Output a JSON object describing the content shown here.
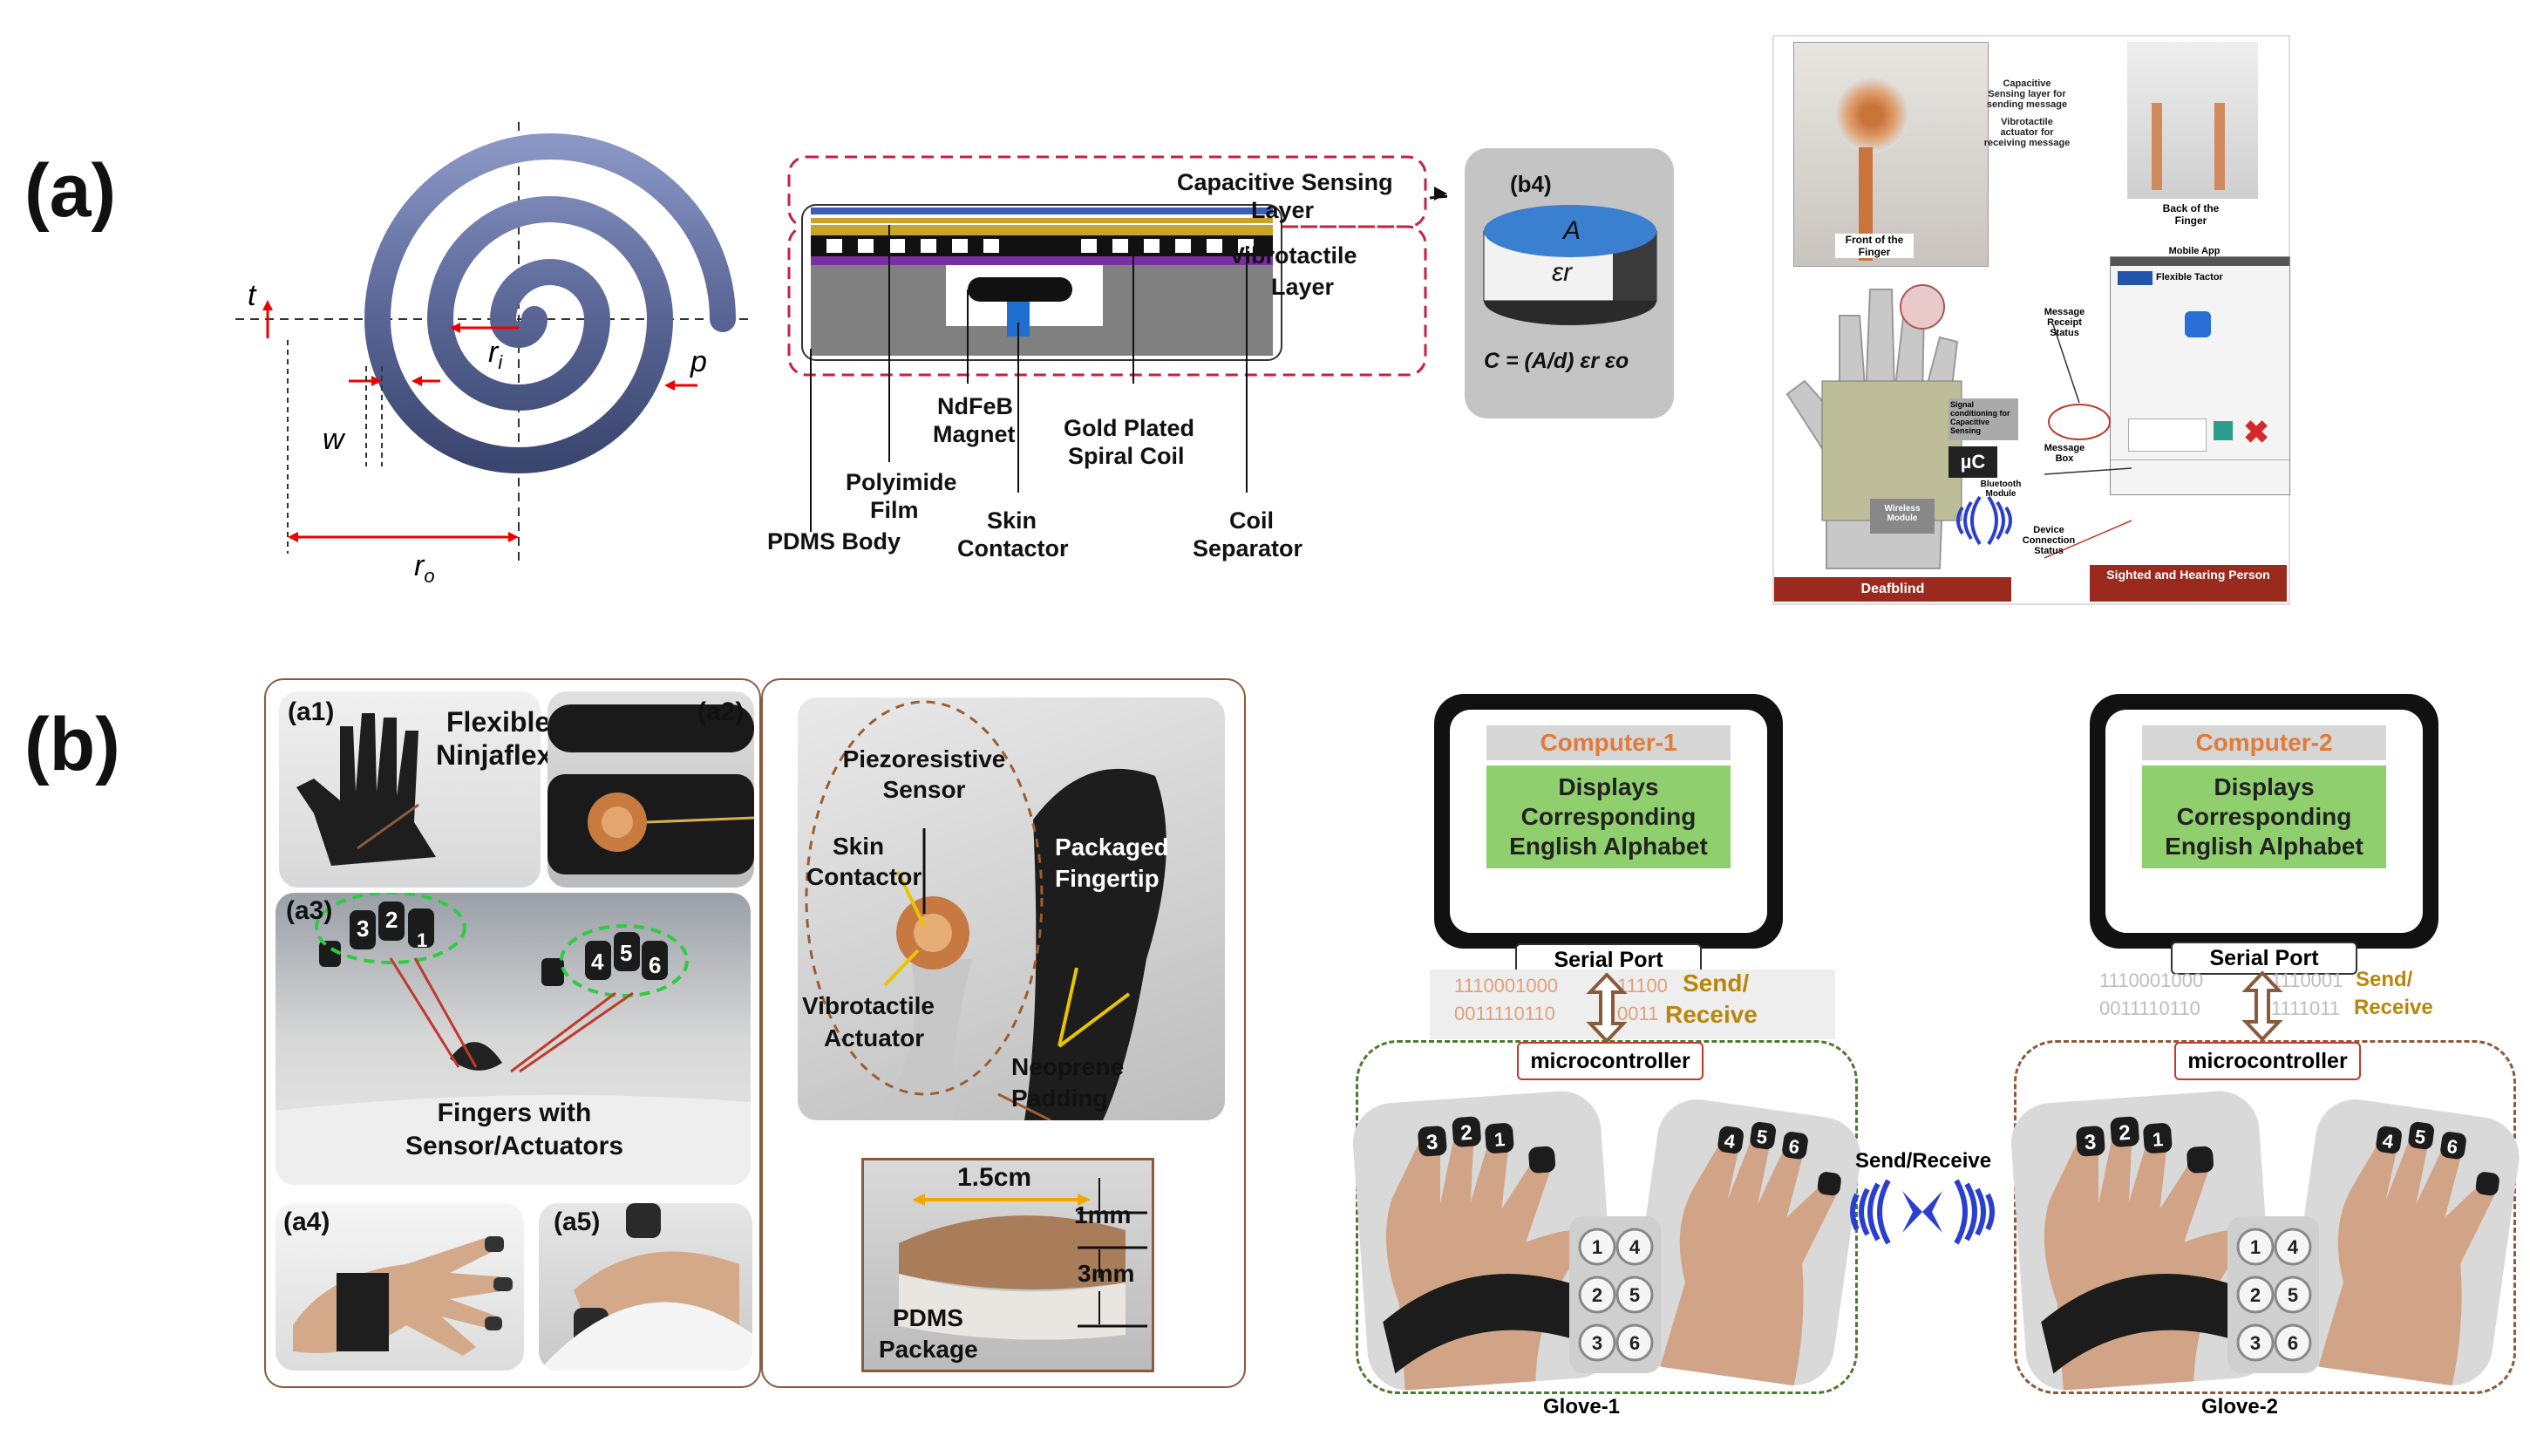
{
  "panels": {
    "a": "(a)",
    "b": "(b)"
  },
  "spiral": {
    "t": "t",
    "p": "p",
    "w": "w",
    "ri": "r",
    "ri_sub": "i",
    "ro": "r",
    "ro_sub": "o"
  },
  "stack": {
    "capacitive": "Capacitive Sensing",
    "capacitive2": "Layer",
    "vibro": "Vibrotactile",
    "vibro2": "Layer",
    "ndfeb": "NdFeB",
    "ndfeb2": "Magnet",
    "gold": "Gold Plated",
    "gold2": "Spiral Coil",
    "polyimide": "Polyimide",
    "polyimide2": "Film",
    "skin": "Skin",
    "skin2": "Contactor",
    "coil": "Coil",
    "coil2": "Separator",
    "pdms": "PDMS Body"
  },
  "b4": {
    "tag": "(b4)",
    "A": "A",
    "eps": "εr",
    "formula": "C = (A/d) εr εo"
  },
  "app": {
    "cap_label": "Capacitive Sensing layer for sending message",
    "vib_label": "Vibrotactile actuator for receiving message",
    "front": "Front of the Finger",
    "back": "Back of the Finger",
    "mobile": "Mobile App",
    "app_title": "Flexible Tactor",
    "msg_receipt": "Message Receipt Status",
    "msg_box": "Message Box",
    "device_conn": "Device Connection Status",
    "bt_module": "Bluetooth Module",
    "uc": "µC",
    "wireless": "Wireless Module",
    "signal": "Signal conditioning for Capacitive Sensing",
    "deafblind": "Deafblind",
    "sighted": "Sighted and Hearing Person"
  },
  "glove_photos": {
    "a1": "(a1)",
    "a2": "(a2)",
    "a3": "(a3)",
    "a4": "(a4)",
    "a5": "(a5)",
    "flexible": "Flexible",
    "ninjaflex": "Ninjaflex",
    "fingers": "Fingers with",
    "fingers2": "Sensor/Actuators",
    "nums_left": [
      "3",
      "2",
      "1"
    ],
    "nums_right": [
      "4",
      "5",
      "6"
    ]
  },
  "sensor_photo": {
    "piezo": "Piezoresistive",
    "piezo2": "Sensor",
    "skin": "Skin",
    "skin2": "Contactor",
    "vibro": "Vibrotactile",
    "vibro2": "Actuator",
    "packaged": "Packaged",
    "packaged2": "Fingertip",
    "neoprene": "Neoprene",
    "neoprene2": "Padding",
    "dim_w": "1.5cm",
    "dim_1": "1mm",
    "dim_3": "3mm",
    "pdms": "PDMS",
    "pdms2": "Package"
  },
  "system": {
    "computer1": "Computer-1",
    "computer2": "Computer-2",
    "displays": [
      "Displays",
      "Corresponding",
      "English Alphabet"
    ],
    "serial": "Serial Port",
    "bits1": "1110001000",
    "bits1b": "11100",
    "bits2": "0011110110",
    "bits2b": "0011",
    "bits1_r": "1110001000",
    "bits1b_r": "1110001",
    "bits2_r": "0011110110",
    "bits2b_r": "1111011",
    "send": "Send/",
    "receive": "Receive",
    "micro": "microcontroller",
    "send_receive": "Send/Receive",
    "glove1": "Glove-1",
    "glove2": "Glove-2",
    "braille": [
      "1",
      "4",
      "2",
      "5",
      "3",
      "6"
    ],
    "finger_nums_l": [
      "3",
      "2",
      "1"
    ],
    "finger_nums_r": [
      "4",
      "5",
      "6"
    ]
  },
  "colors": {
    "orange": "#e07b39",
    "green_box": "#8fcf6e",
    "brown": "#8b5a3c",
    "blue": "#2b3fcf"
  }
}
